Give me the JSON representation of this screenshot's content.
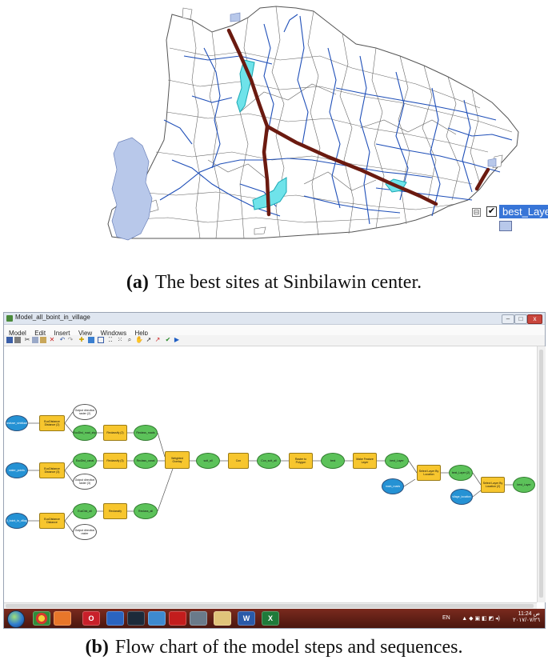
{
  "map": {
    "legend": {
      "collapse_symbol": "⊟",
      "checkbox_symbol": "✔",
      "layer_name": "best_Layer",
      "swatch_color": "#b8c8ea"
    },
    "colors": {
      "boundary": "#555555",
      "canals": "#1f4fb8",
      "roads": "#6b1a10",
      "best_sites": "#6fe3ea",
      "lake": "#b8c8ea"
    }
  },
  "captions": {
    "a_label": "(a)",
    "a_text": "The best sites at Sinbilawin center.",
    "b_label": "(b)",
    "b_text": "Flow chart of the model steps and sequences."
  },
  "window": {
    "title": "Model_all_boint_in_village",
    "menu": [
      "Model",
      "Edit",
      "Insert",
      "View",
      "Windows",
      "Help"
    ],
    "controls": {
      "minimize": "–",
      "maximize": "□",
      "close": "x"
    },
    "toolbar_icons": [
      "save-icon",
      "print-icon",
      "cut-icon",
      "copy-icon",
      "paste-icon",
      "delete-icon",
      "undo-icon",
      "redo-icon",
      "add-data-icon",
      "auto-layout-icon",
      "full-extent-icon",
      "fixed-zoom-in-icon",
      "zoom-in-icon",
      "pan-icon",
      "select-icon",
      "connect-icon",
      "validate-icon",
      "run-icon"
    ]
  },
  "model": {
    "nodes": {
      "in1": "Landuse_sinbilawin",
      "tool_ed1": "EucDistance Distance (2)",
      "out_dir1": "Output direction raster (2)",
      "ed_out1": "EucDist_road_shp",
      "tool_rc1": "Reclassify (2)",
      "rc_out1": "Reclass_roads",
      "in2": "water_points",
      "tool_ed2": "EucDistance Distance (3)",
      "ed_out2": "EucDist_canal",
      "out_dir2": "Output direction raster (3)",
      "tool_rc2": "Reclassify (3)",
      "rc_out2": "Reclass_canal",
      "in3": "all_boint_in_village",
      "tool_ed3": "EucDistance Distance",
      "ed_out3": "EucDist_all",
      "out_dir3": "Output direction raster",
      "tool_rc3": "Reclassify",
      "rc_out3": "Reclass_all",
      "tool_wo": "Weighted Overlay",
      "wo_out": "sutt_all",
      "tool_con": "Con",
      "con_out": "Con_sutt_all",
      "tool_r2p": "Raster to Polygon",
      "r2p_out": "best",
      "tool_mfl": "Make Feature Layer",
      "mfl_out": "best_Layer",
      "tool_sel1": "Select Layer By Location",
      "sel1_in": "main_roads",
      "sel1_out": "best_Layer (2)",
      "sel2_in": "vilage_location",
      "tool_sel2": "Select Layer By Location (2)",
      "sel2_out": "best_Layer"
    }
  },
  "taskbar": {
    "apps": [
      "chrome-icon",
      "media-player-icon",
      "opera-icon",
      "earth-icon",
      "globe-icon",
      "firefox-icon",
      "acrobat-icon",
      "search-tool-icon",
      "folder-icon",
      "word-icon",
      "excel-icon"
    ],
    "app_letters": [
      "",
      "",
      "O",
      "",
      "",
      "",
      "",
      "",
      "",
      "W",
      "X"
    ],
    "lang": "EN",
    "tray_icons": "▲ ◆ ▣ ◧ ◩ ◂)",
    "clock_time": "11:24 ص",
    "clock_date": "٢٠١٧/٠٧/٢٦"
  }
}
